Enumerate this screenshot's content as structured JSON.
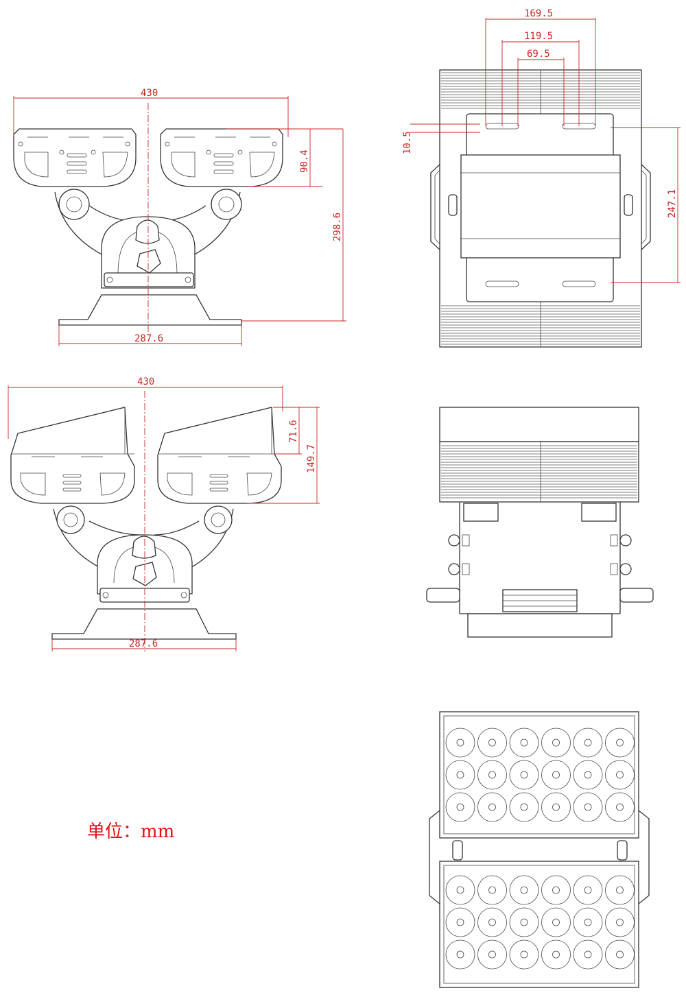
{
  "colors": {
    "dimension": "#cc2222",
    "outline": "#333333",
    "background": "#ffffff"
  },
  "views": {
    "front_top": {
      "width": "430",
      "right_height": "90.4",
      "total_height": "298.6",
      "base_width": "287.6"
    },
    "front_tilted": {
      "width": "430",
      "visor_height": "71.6",
      "total_height": "149.7",
      "base_width": "287.6"
    },
    "rear": {
      "slot_outer": "169.5",
      "slot_mid": "119.5",
      "slot_inner": "69.5",
      "offset": "10.5",
      "plate_height": "247.1"
    }
  },
  "unit_label": "单位：mm"
}
